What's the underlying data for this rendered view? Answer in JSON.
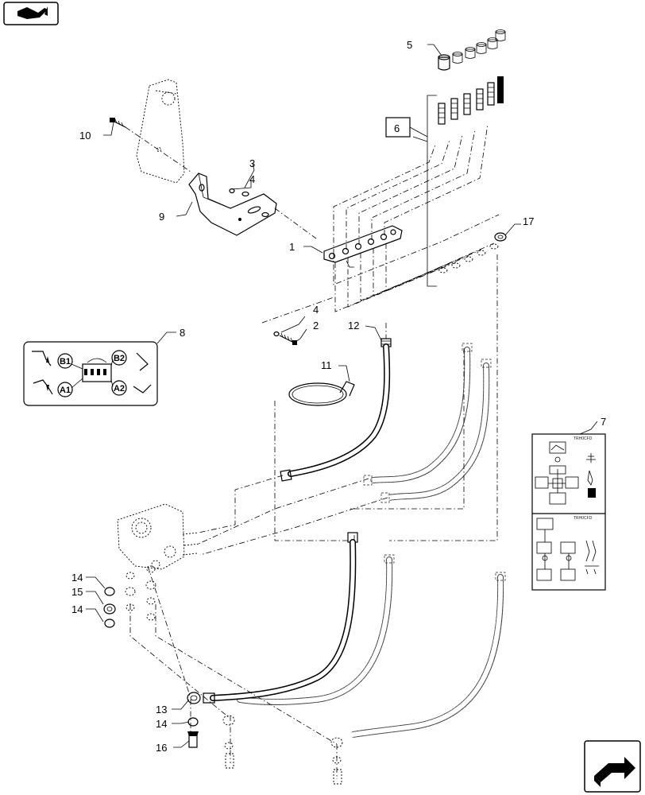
{
  "callouts": {
    "c1": "1",
    "c2": "2",
    "c3": "3",
    "c4a": "4",
    "c4b": "4",
    "c5": "5",
    "c6": "6",
    "c7": "7",
    "c8": "8",
    "c9": "9",
    "c10": "10",
    "c11": "11",
    "c12": "12",
    "c13": "13",
    "c14a": "14",
    "c14b": "14",
    "c14c": "14",
    "c15": "15",
    "c16": "16",
    "c17": "17"
  },
  "decal8": {
    "b1": "B1",
    "b2": "B2",
    "a1": "A1",
    "a2": "A2"
  },
  "decal7": {
    "tag_top": "TRH0CFD",
    "tag_bottom": "TRH0CFD"
  },
  "icons": {
    "top_left": "book-reference-icon",
    "bottom_right": "next-page-arrow-icon"
  }
}
